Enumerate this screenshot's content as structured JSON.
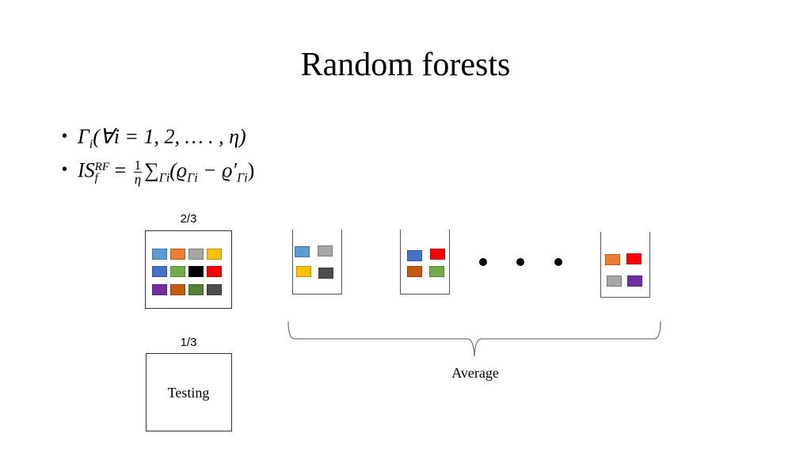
{
  "slide": {
    "title": "Random forests",
    "bullets": [
      {
        "marker": "•",
        "text_parts": {
          "gamma": "Γ",
          "sub_i": "i",
          "rest": "(∀i = 1, 2, … . , η)"
        }
      },
      {
        "marker": "•",
        "text_parts": {
          "lhs": "IS",
          "sup": "RF",
          "sub": "f",
          "eq": " = ",
          "frac_num": "1",
          "frac_den": "η",
          "sum": "∑",
          "sum_sub": "Γi",
          "body": "(ϱ",
          "body_sub1": "Γi",
          "minus": " − ϱ′",
          "body_sub2": "Γi",
          "close": ")"
        }
      }
    ]
  },
  "training_set": {
    "label": "2/3",
    "grid_colors": [
      [
        "#5b9bd5",
        "#ed7d31",
        "#a5a5a5",
        "#ffc000"
      ],
      [
        "#4472c4",
        "#70ad47",
        "#000000",
        "#ff0000"
      ],
      [
        "#7030a0",
        "#c55a11",
        "#548235",
        "#4d4d4d"
      ]
    ]
  },
  "testing_set": {
    "label": "1/3",
    "text": "Testing"
  },
  "bootstrap_samples": [
    {
      "colors": [
        "#5b9bd5",
        "#a5a5a5",
        "#ffc000",
        "#4d4d4d"
      ]
    },
    {
      "colors": [
        "#4472c4",
        "#ff0000",
        "#c55a11",
        "#70ad47"
      ]
    },
    {
      "colors": [
        "#ed7d31",
        "#ff0000",
        "#a5a5a5",
        "#7030a0"
      ]
    }
  ],
  "ellipsis": "• • •",
  "aggregation": {
    "label": "Average"
  }
}
